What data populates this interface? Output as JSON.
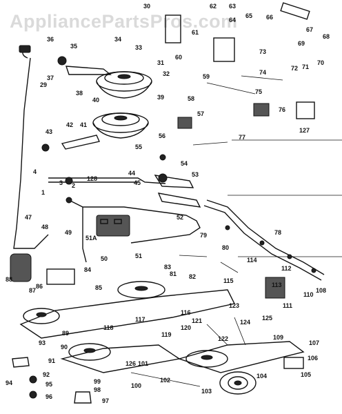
{
  "watermark": "AppliancePartsPros.com",
  "colors": {
    "ink": "#111111",
    "background": "#ffffff",
    "watermark": "#969696"
  },
  "part_numbers": [
    "1",
    "2",
    "3",
    "4",
    "29",
    "30",
    "31",
    "32",
    "33",
    "34",
    "35",
    "36",
    "37",
    "38",
    "39",
    "40",
    "41",
    "42",
    "43",
    "44",
    "45",
    "47",
    "48",
    "49",
    "50",
    "51",
    "51A",
    "52",
    "53",
    "54",
    "55",
    "56",
    "57",
    "58",
    "59",
    "60",
    "61",
    "62",
    "63",
    "64",
    "65",
    "66",
    "67",
    "68",
    "69",
    "70",
    "71",
    "72",
    "73",
    "74",
    "75",
    "76",
    "77",
    "78",
    "79",
    "80",
    "81",
    "82",
    "83",
    "84",
    "85",
    "86",
    "87",
    "88",
    "89",
    "90",
    "91",
    "92",
    "93",
    "94",
    "95",
    "96",
    "97",
    "98",
    "99",
    "100",
    "101",
    "102",
    "103",
    "104",
    "105",
    "106",
    "107",
    "108",
    "109",
    "110",
    "111",
    "112",
    "113",
    "114",
    "115",
    "116",
    "117",
    "118",
    "119",
    "120",
    "121",
    "122",
    "123",
    "124",
    "125",
    "126",
    "127",
    "128"
  ]
}
